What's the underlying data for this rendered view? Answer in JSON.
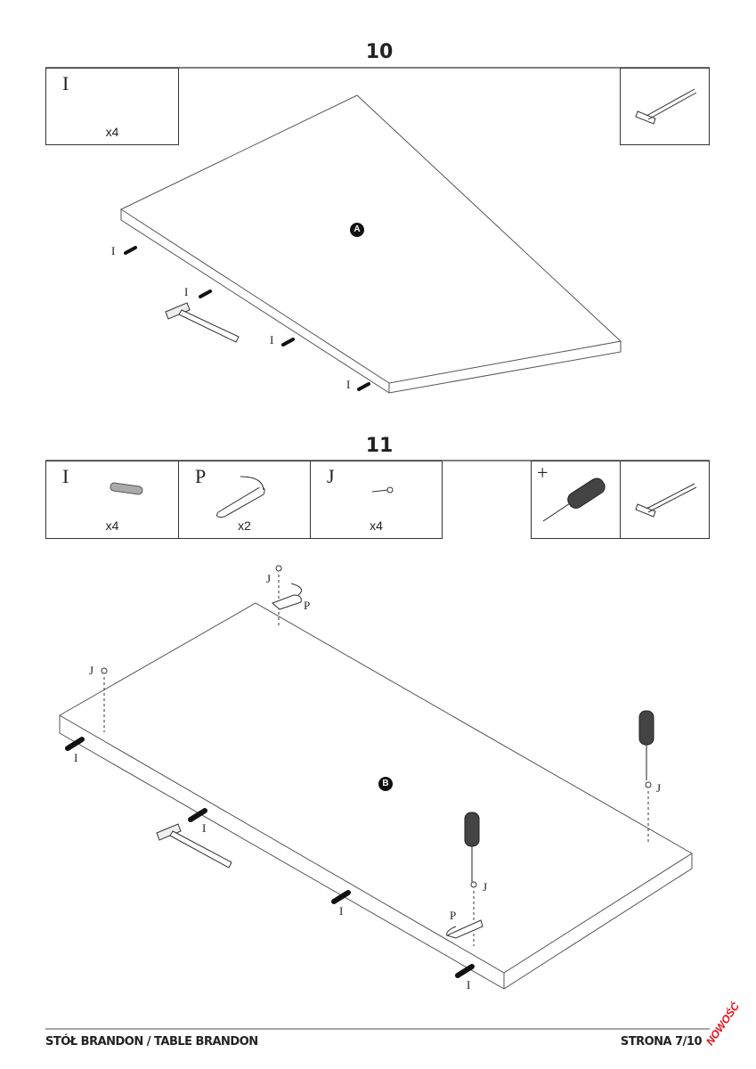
{
  "steps": [
    {
      "number": "10",
      "parts": [
        {
          "letter": "I",
          "qty": "x4"
        }
      ],
      "panel": "A",
      "labels": [
        "I",
        "I",
        "I",
        "I"
      ]
    },
    {
      "number": "11",
      "parts": [
        {
          "letter": "I",
          "qty": "x4"
        },
        {
          "letter": "P",
          "qty": "x2"
        },
        {
          "letter": "J",
          "qty": "x4"
        }
      ],
      "tool_symbol": "+",
      "panel": "B",
      "labels": {
        "dowel": "I",
        "bracket": "P",
        "screw": "J"
      }
    }
  ],
  "footer": {
    "title": "STÓŁ BRANDON / TABLE BRANDON",
    "page": "STRONA 7/10",
    "badge": "NOWOŚĆ"
  }
}
